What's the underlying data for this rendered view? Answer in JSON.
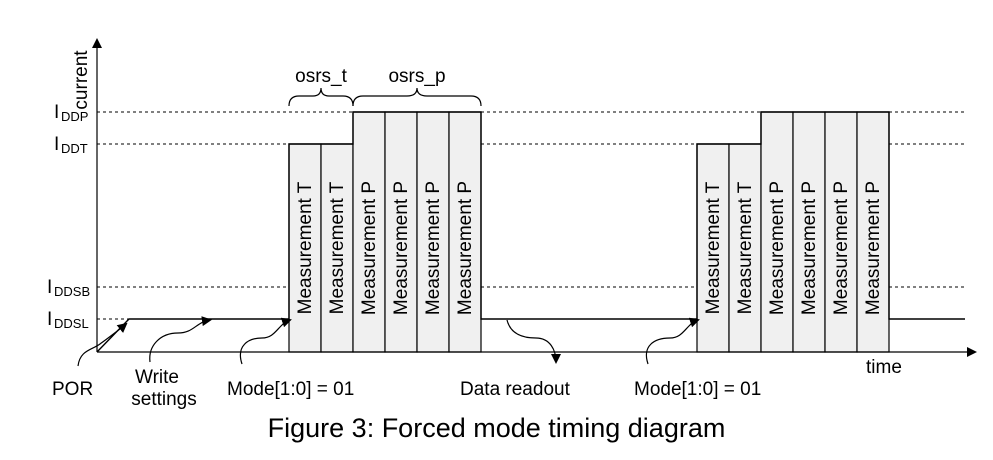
{
  "axes": {
    "y_label": "current",
    "x_label": "time"
  },
  "levels": [
    {
      "main": "I",
      "sub": "DDP"
    },
    {
      "main": "I",
      "sub": "DDT"
    },
    {
      "main": "I",
      "sub": "DDSB"
    },
    {
      "main": "I",
      "sub": "DDSL"
    }
  ],
  "braces": {
    "osrs_t": "osrs_t",
    "osrs_p": "osrs_p"
  },
  "cycle1": [
    "Measurement T",
    "Measurement T",
    "Measurement P",
    "Measurement P",
    "Measurement P",
    "Measurement P"
  ],
  "cycle2": [
    "Measurement T",
    "Measurement T",
    "Measurement P",
    "Measurement P",
    "Measurement P",
    "Measurement P"
  ],
  "events": {
    "por": "POR",
    "write_line1": "Write",
    "write_line2": "settings",
    "mode1": "Mode[1:0] = 01",
    "readout": "Data readout",
    "mode2": "Mode[1:0] = 01"
  },
  "caption": "Figure 3: Forced mode timing diagram"
}
